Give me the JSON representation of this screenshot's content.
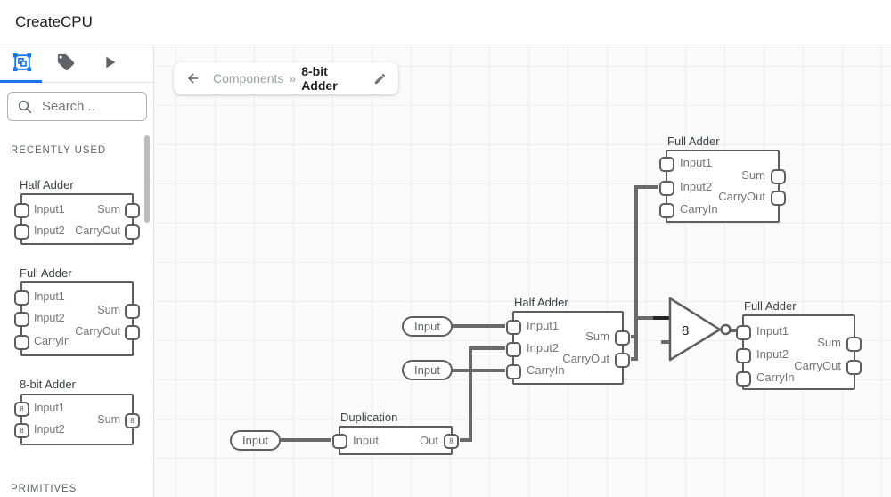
{
  "header": {
    "title": "CreateCPU"
  },
  "sidebar": {
    "search_placeholder": "Search...",
    "sections": {
      "recent": "RECENTLY USED",
      "primitives": "PRIMITIVES"
    },
    "items": [
      {
        "title": "Half Adder",
        "ports_left": [
          "Input1",
          "Input2"
        ],
        "ports_right": [
          "Sum",
          "CarryOut"
        ]
      },
      {
        "title": "Full Adder",
        "ports_left": [
          "Input1",
          "Input2",
          "CarryIn"
        ],
        "ports_right": [
          "Sum",
          "CarryOut"
        ]
      },
      {
        "title": "8-bit Adder",
        "ports_left": [
          "Input1",
          "Input2"
        ],
        "ports_right": [
          "Sum"
        ],
        "bus_width": "8"
      }
    ]
  },
  "breadcrumb": {
    "path": "Components",
    "separator": "»",
    "current": "8-bit Adder"
  },
  "canvas": {
    "nodes": {
      "full_adder_top": {
        "title": "Full Adder",
        "ports_left": [
          "Input1",
          "Input2",
          "CarryIn"
        ],
        "ports_right": [
          "Sum",
          "CarryOut"
        ]
      },
      "half_adder": {
        "title": "Half Adder",
        "ports_left": [
          "Input1",
          "Input2",
          "CarryIn"
        ],
        "ports_right": [
          "Sum",
          "CarryOut"
        ]
      },
      "full_adder_right": {
        "title": "Full Adder",
        "ports_left": [
          "Input1",
          "Input2",
          "CarryIn"
        ],
        "ports_right": [
          "Sum",
          "CarryOut"
        ]
      },
      "duplication": {
        "title": "Duplication",
        "port_left": "Input",
        "port_right": "Out",
        "bus_width": "8"
      },
      "not_gate": {
        "label": "8"
      },
      "input_pins": [
        "Input",
        "Input",
        "Input"
      ]
    }
  },
  "colors": {
    "accent": "#1a73e8",
    "wire": "#6a6a6a"
  }
}
